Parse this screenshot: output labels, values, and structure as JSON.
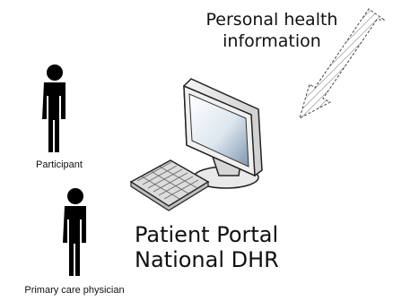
{
  "diagram": {
    "arrow_label_line1": "Personal health",
    "arrow_label_line2": "information",
    "participant_label": "Participant",
    "physician_label": "Primary care physician",
    "system_label_line1": "Patient Portal",
    "system_label_line2": "National DHR"
  },
  "icons": {
    "participant": "person-icon",
    "physician": "person-icon",
    "computer": "computer-monitor-icon",
    "keyboard": "keyboard-icon",
    "arrow": "hatched-arrow-icon"
  },
  "colors": {
    "figure": "#000000",
    "screen_light": "#ffffff",
    "screen_dark": "#7f93a6",
    "arrow_stroke": "#444444"
  }
}
